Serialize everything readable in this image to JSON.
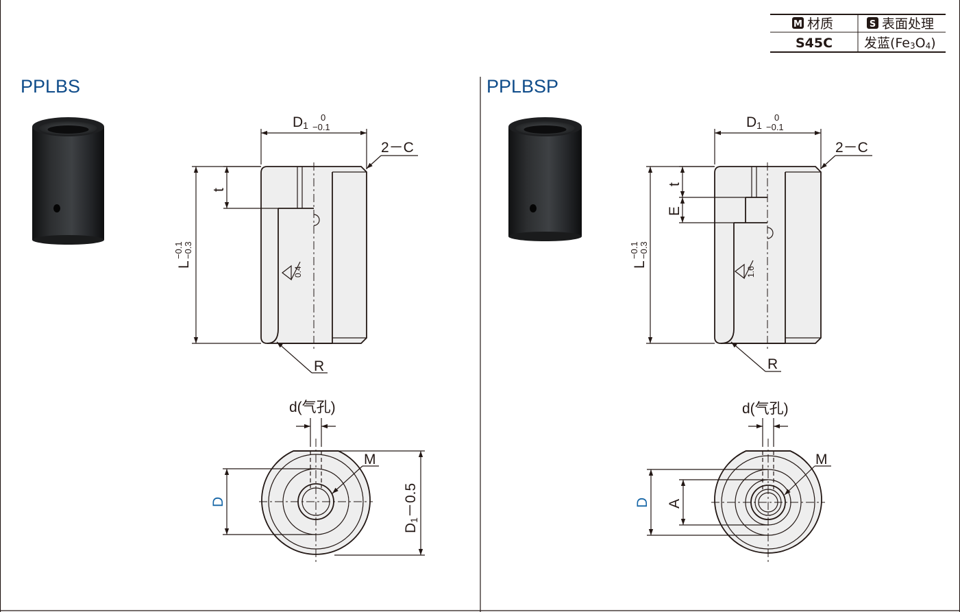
{
  "spec_table": {
    "material_badge": "M",
    "material_header": "材质",
    "surface_badge": "S",
    "surface_header": "表面处理",
    "material_value": "S45C",
    "surface_value": "发蓝(Fe",
    "surface_value_sub1": "3",
    "surface_value_mid": "O",
    "surface_value_sub2": "4",
    "surface_value_end": ")"
  },
  "left_panel": {
    "title": "PPLBS",
    "d1_label": "D",
    "d1_sub": "1",
    "d1_tol_upper": "0",
    "d1_tol_lower": "−0.1",
    "chamfer": "2－C",
    "length": "L",
    "length_tol_upper": "−0.1",
    "length_tol_lower": "−0.3",
    "t_label": "t",
    "roughness": "0.4",
    "radius": "R",
    "hole_label": "d(气孔)",
    "m_label": "M",
    "d_label": "D",
    "d1_side_label": "D",
    "d1_side_sub": "1",
    "d1_side_tol": "－0.5"
  },
  "right_panel": {
    "title": "PPLBSP",
    "d1_label": "D",
    "d1_sub": "1",
    "d1_tol_upper": "0",
    "d1_tol_lower": "−0.1",
    "chamfer": "2－C",
    "length": "L",
    "length_tol_upper": "−0.1",
    "length_tol_lower": "−0.3",
    "t_label": "t",
    "e_label": "E",
    "roughness": "1.6",
    "radius": "R",
    "hole_label": "d(气孔)",
    "m_label": "M",
    "d_label": "D",
    "a_label": "A"
  },
  "colors": {
    "title_blue": "#0f4c8a",
    "dim_blue": "#1565a6",
    "line": "#231815"
  },
  "icons": [
    "material-badge-icon",
    "surface-badge-icon",
    "roughness-symbol-icon"
  ]
}
